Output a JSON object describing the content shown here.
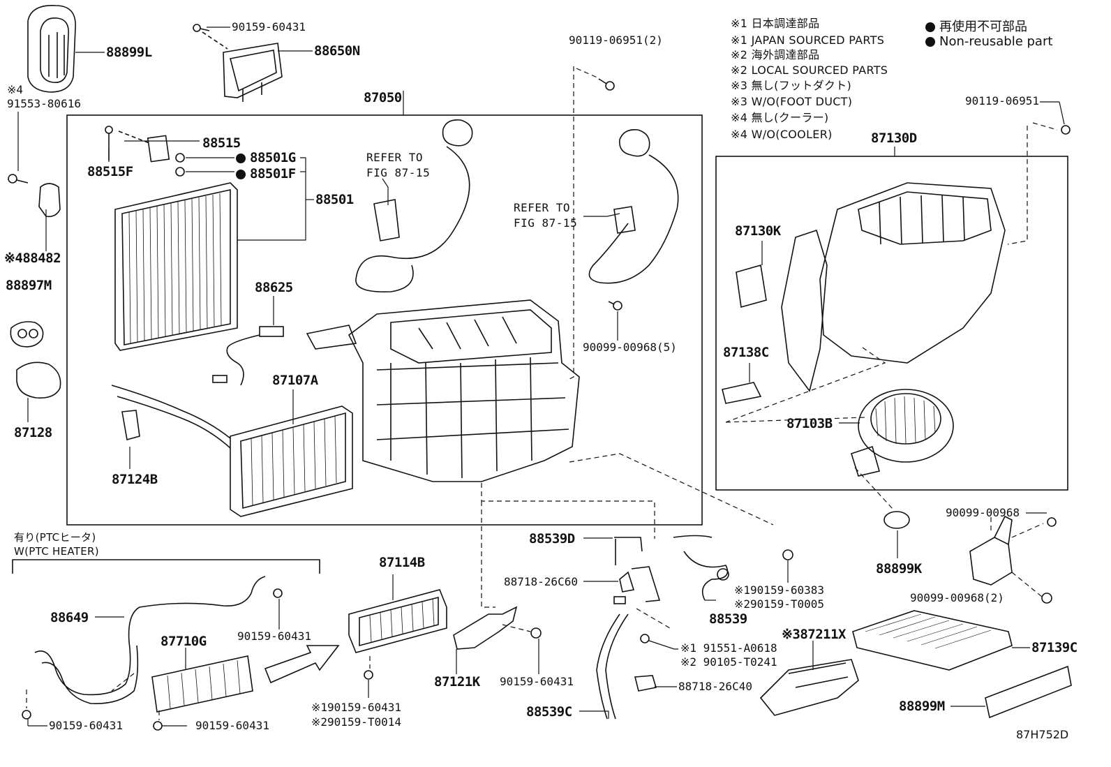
{
  "notes": [
    "※1 日本調達部品",
    "※1 JAPAN SOURCED PARTS",
    "※2 海外調達部品",
    "※2 LOCAL SOURCED PARTS",
    "※3 無し(フットダクト)",
    "※3 W/O(FOOT DUCT)",
    "※4 無し(クーラー)",
    "※4 W/O(COOLER)"
  ],
  "legend": {
    "jp": "再使用不可部品",
    "en": "Non-reusable part"
  },
  "ptc_heater": {
    "jp": "有り(PTCヒータ)",
    "en": "W(PTC HEATER)"
  },
  "refer": {
    "line1": "REFER TO",
    "line2": "FIG 87-15"
  },
  "figure_code": "87H752D",
  "parts": {
    "p88899L": "88899L",
    "p90159_60431_top": "90159-60431",
    "p88650N": "88650N",
    "p90119_06951_2": "90119-06951(2)",
    "p87050": "87050",
    "p91553_note": "※4",
    "p91553": "91553-80616",
    "p88515": "88515",
    "p88515F": "88515F",
    "p88501G": "88501G",
    "p88501F": "88501F",
    "p88501": "88501",
    "p88482": "※488482",
    "p88897M": "88897M",
    "p87128": "87128",
    "p88625": "88625",
    "p87107A": "87107A",
    "p87124B": "87124B",
    "p90099_00968_5": "90099-00968(5)",
    "p90119_06951": "90119-06951",
    "p87130D": "87130D",
    "p87130K": "87130K",
    "p87138C": "87138C",
    "p87103B": "87103B",
    "p90099_00968_r": "90099-00968",
    "p88899K": "88899K",
    "p90099_00968_2": "90099-00968(2)",
    "p88539D": "88539D",
    "p88718_26C60": "88718-26C60",
    "p90159_60383": "※190159-60383",
    "p90159_T0005": "※290159-T0005",
    "p88539": "88539",
    "p87114B": "87114B",
    "p88649": "88649",
    "p90159_60431_ptc": "90159-60431",
    "p87710G": "87710G",
    "p90159_60431_bl": "90159-60431",
    "p90159_60431_bm": "90159-60431",
    "p90159_60431_s1": "※190159-60431",
    "p90159_T0014": "※290159-T0014",
    "p87121K": "87121K",
    "p90159_60431_c": "90159-60431",
    "p91551_A0618": "※1 91551-A0618",
    "p90105_T0241": "※2 90105-T0241",
    "p88718_26C40": "88718-26C40",
    "p88539C": "88539C",
    "p87211X": "※387211X",
    "p87139C": "87139C",
    "p88899M": "88899M"
  }
}
